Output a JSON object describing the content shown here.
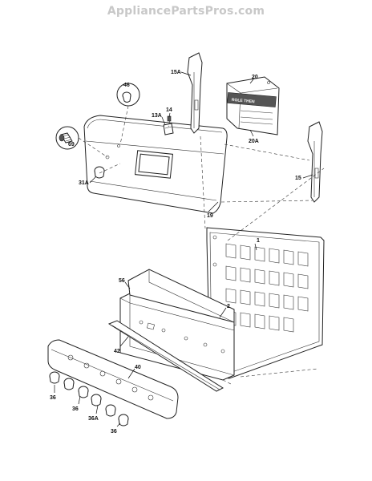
{
  "watermark": "AppliancePartsPros.com",
  "callouts": {
    "c1": "1",
    "c2": "2",
    "c13a": "13A",
    "c14": "14",
    "c15": "15",
    "c15a": "15A",
    "c19": "19",
    "c20": "20",
    "c20a": "20A",
    "c31a": "31A",
    "c36_1": "36",
    "c36_2": "36",
    "c36_3": "36",
    "c36a": "36A",
    "c40": "40",
    "c42": "42",
    "c46": "46",
    "c56": "56",
    "c69": "69"
  },
  "overlay_label": "ROLE  THEN"
}
